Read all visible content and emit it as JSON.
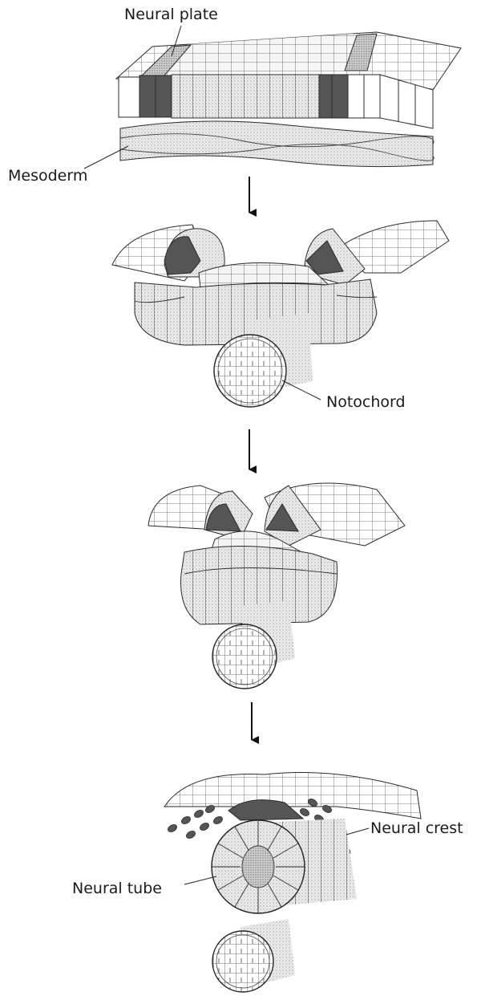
{
  "labels": {
    "neural_plate": "Neural plate",
    "mesoderm": "Mesoderm",
    "notochord": "Notochord",
    "neural_crest": "Neural crest",
    "neural_tube": "Neural tube"
  },
  "colors": {
    "cell_fill": "#ffffff",
    "stipple": "#d9d9d9",
    "dark_cells": "#555555",
    "crest_cells": "#555555",
    "outline": "#2a2a2a"
  },
  "icons": {
    "arrow": "down-arrow-icon"
  }
}
